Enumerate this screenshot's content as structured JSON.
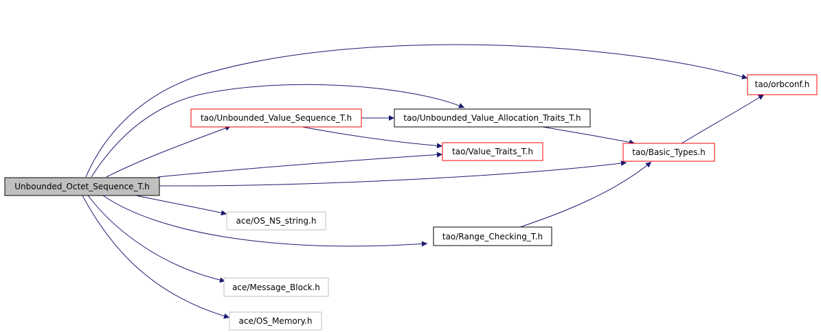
{
  "nodes": {
    "root": {
      "label": "Unbounded_Octet_Sequence_T.h",
      "fill": "#bfbfbf",
      "stroke": "#000000"
    },
    "uvs": {
      "label": "tao/Unbounded_Value_Sequence_T.h",
      "fill": "#ffffff",
      "stroke": "#ff0000"
    },
    "uvat": {
      "label": "tao/Unbounded_Value_Allocation_Traits_T.h",
      "fill": "#ffffff",
      "stroke": "#000000"
    },
    "orbconf": {
      "label": "tao/orbconf.h",
      "fill": "#ffffff",
      "stroke": "#ff0000"
    },
    "valtraits": {
      "label": "tao/Value_Traits_T.h",
      "fill": "#ffffff",
      "stroke": "#ff0000"
    },
    "basic": {
      "label": "tao/Basic_Types.h",
      "fill": "#ffffff",
      "stroke": "#ff0000"
    },
    "nsstring": {
      "label": "ace/OS_NS_string.h",
      "fill": "#ffffff",
      "stroke": "#bfbfbf"
    },
    "range": {
      "label": "tao/Range_Checking_T.h",
      "fill": "#ffffff",
      "stroke": "#000000"
    },
    "msgblock": {
      "label": "ace/Message_Block.h",
      "fill": "#ffffff",
      "stroke": "#bfbfbf"
    },
    "osmem": {
      "label": "ace/OS_Memory.h",
      "fill": "#ffffff",
      "stroke": "#bfbfbf"
    }
  },
  "edge_color": "#191970"
}
